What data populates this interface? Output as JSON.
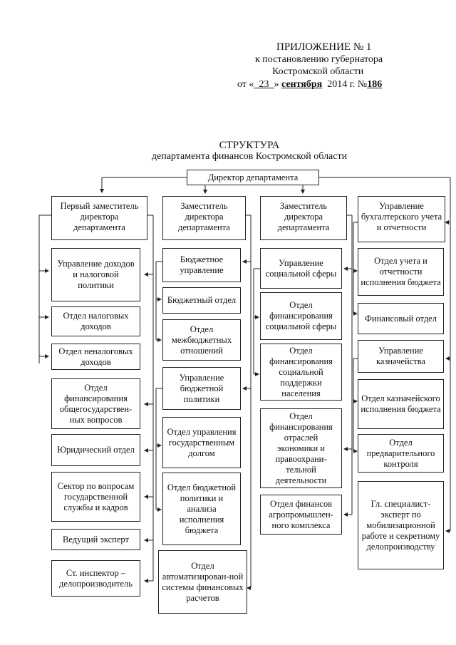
{
  "header": {
    "line1": "ПРИЛОЖЕНИЕ № 1",
    "line2": "к постановлению губернатора",
    "line3": "Костромской области",
    "date_prefix": "от «",
    "date_day": "23",
    "date_mid": "»",
    "date_month": "сентября",
    "date_year": "2014 г. №",
    "date_number": "186"
  },
  "title": {
    "main": "СТРУКТУРА",
    "sub": "департамента финансов Костромской области"
  },
  "director": "Директор департамента",
  "columns": [
    {
      "head": "Первый заместитель директора департамента",
      "units": [
        "Управление доходов и налоговой политики",
        "Отдел налоговых доходов",
        "Отдел неналоговых доходов",
        "Отдел финансирования общегосударствен-ных вопросов",
        "Юридический отдел",
        "Сектор по вопросам государственной службы и кадров",
        "Ведущий эксперт",
        "Ст. инспектор – делопроизводитель"
      ]
    },
    {
      "head": "Заместитель директора департамента",
      "units": [
        "Бюджетное управление",
        "Бюджетный отдел",
        "Отдел межбюджетных отношений",
        "Управление бюджетной политики",
        "Отдел управления государственным долгом",
        "Отдел бюджетной политики и анализа исполнения бюджета",
        "Отдел автоматизирован-ной системы финансовых расчетов"
      ]
    },
    {
      "head": "Заместитель директора департамента",
      "units": [
        "Управление социальной сферы",
        "Отдел финансирования социальной сферы",
        "Отдел финансирования социальной поддержки населения",
        "Отдел финансирования отраслей экономики и правоохрани-тельной деятельности",
        "Отдел финансов агропромышлен-ного комплекса"
      ]
    },
    {
      "head": "Управление бухгалтерского учета и отчетности",
      "units": [
        "Отдел учета и отчетности исполнения бюджета",
        "Финансовый отдел",
        "Управление казначейства",
        "Отдел казначейского исполнения бюджета",
        "Отдел предварительного контроля",
        "Гл. специалист-эксперт по мобилизационной работе и секретному делопроизводству"
      ]
    }
  ]
}
